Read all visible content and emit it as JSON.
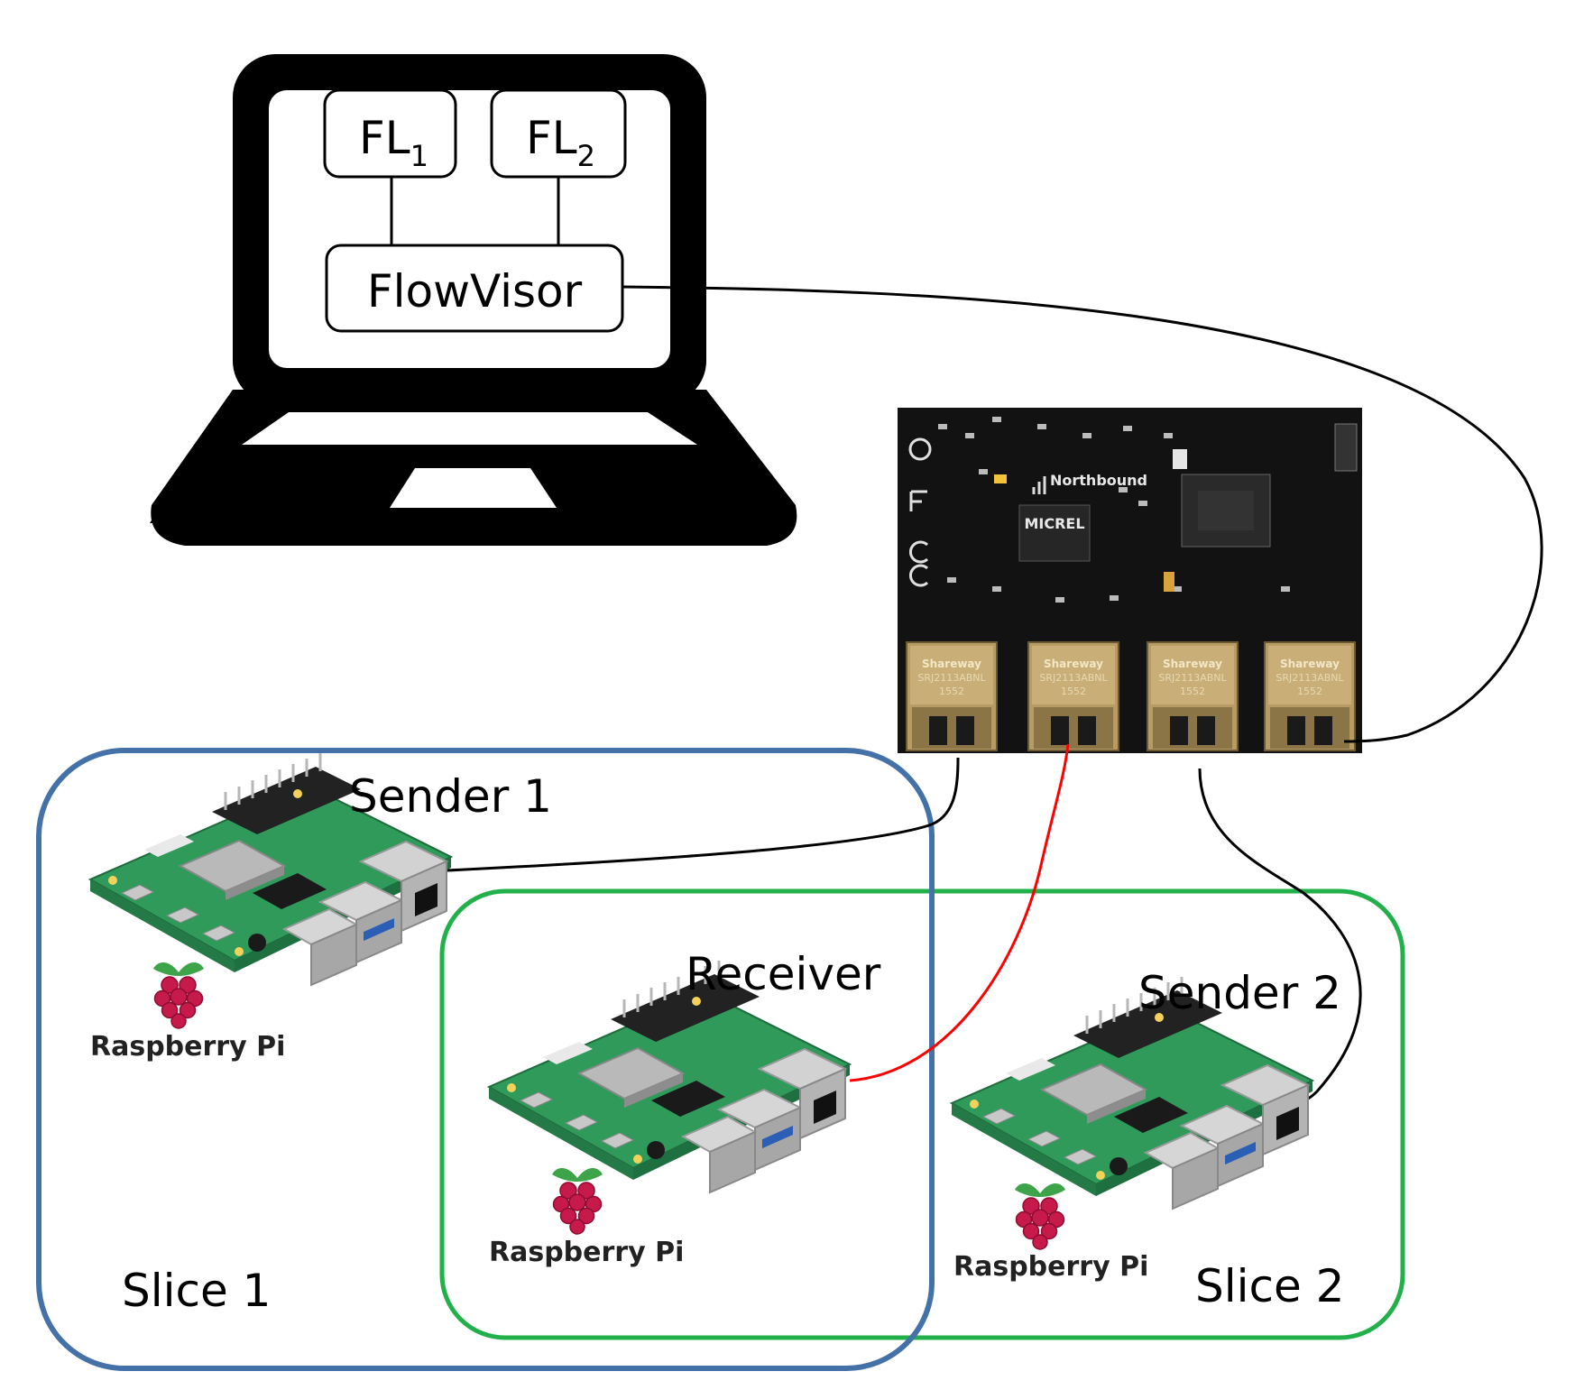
{
  "laptop": {
    "controller_1": {
      "base": "FL",
      "sub": "1"
    },
    "controller_2": {
      "base": "FL",
      "sub": "2"
    },
    "hypervisor": "FlowVisor"
  },
  "switch": {
    "brand": "Northbound",
    "ports": [
      "Shareway",
      "Shareway",
      "Shareway",
      "Shareway"
    ],
    "port_model": "SRJ2113ABNL",
    "port_code": "1552"
  },
  "nodes": {
    "sender_1": "Sender 1",
    "receiver": "Receiver",
    "sender_2": "Sender 2",
    "logo_text": "Raspberry Pi"
  },
  "slices": {
    "slice_1": {
      "label": "Slice 1",
      "color": "#4472a8"
    },
    "slice_2": {
      "label": "Slice 2",
      "color": "#22b04a"
    }
  },
  "colors": {
    "receiver_link": "#ff0000",
    "link": "#000000",
    "board": "#2f9a5a",
    "pcb": "#111111"
  }
}
